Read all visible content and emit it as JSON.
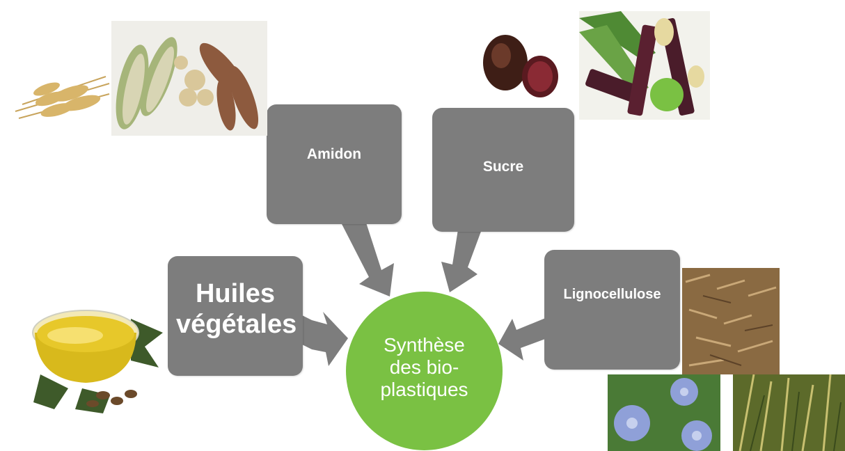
{
  "center": {
    "label": "Synthèse des bio-plastiques",
    "color": "#7ac143"
  },
  "sources": {
    "amidon": "Amidon",
    "sucre": "Sucre",
    "huiles": "Huiles végétales",
    "lignocellulose": "Lignocellulose",
    "box_color": "#7d7d7d"
  },
  "images": [
    {
      "name": "wheat",
      "depicts": "wheat ears"
    },
    {
      "name": "corn-and-tubers",
      "depicts": "corn cobs, sweet potatoes, potatoes"
    },
    {
      "name": "sugar-beet",
      "depicts": "sugar beet slices"
    },
    {
      "name": "sugarcane",
      "depicts": "sugarcane stalks"
    },
    {
      "name": "oil-bowl",
      "depicts": "bowl of vegetable oil with seeds and leaves"
    },
    {
      "name": "wood-chips",
      "depicts": "wood chips"
    },
    {
      "name": "flax-flowers",
      "depicts": "blue flax flowers"
    },
    {
      "name": "grass",
      "depicts": "dry grass"
    }
  ]
}
